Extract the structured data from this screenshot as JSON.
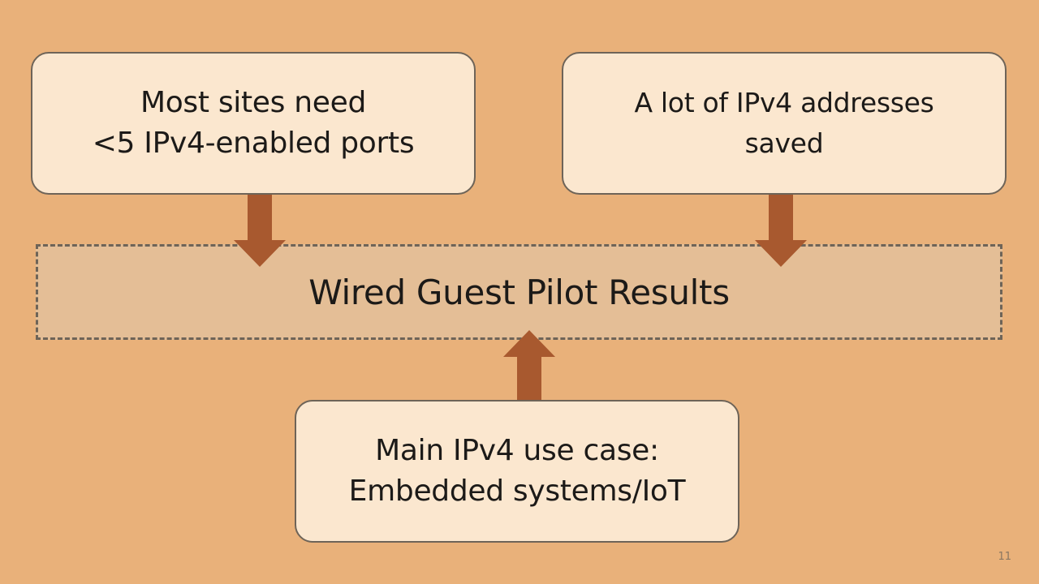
{
  "diagram": {
    "center_label": "Wired Guest Pilot Results",
    "top_left": {
      "lines": [
        "Most sites need",
        "<5 IPv4-enabled ports"
      ]
    },
    "top_right": {
      "lines": [
        "A lot of IPv4 addresses",
        "saved"
      ]
    },
    "bottom": {
      "lines": [
        "Main IPv4 use case:",
        "Embedded systems/IoT"
      ]
    }
  },
  "colors": {
    "background": "#E9B17A",
    "box_fill": "#FBE7CF",
    "band_fill": "#E4BE96",
    "border": "#6E6458",
    "arrow": "#A8592F"
  },
  "page_number": "11"
}
